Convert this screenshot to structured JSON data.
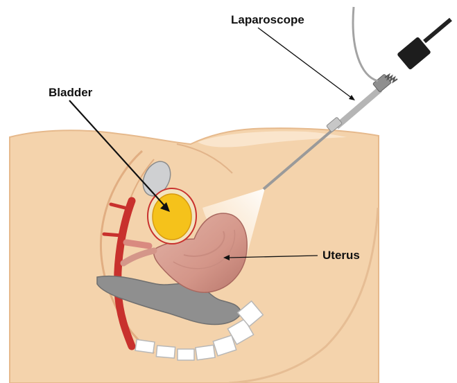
{
  "labels": {
    "laparoscope": "Laparoscope",
    "bladder": "Bladder",
    "uterus": "Uterus"
  },
  "colors": {
    "skin": "#f4d3ac",
    "skin_edge": "#e6b98c",
    "skin_shadow": "#e9c29a",
    "bladder_fill": "#f5c21b",
    "bladder_ring": "#f3e4bf",
    "uterus": "#d9a39a",
    "rectum": "#8f8f8f",
    "artery": "#c8312d",
    "instrument_gray": "#a9a9a9",
    "instrument_black": "#1d1d1d",
    "light_cone": "#fff6e8",
    "text": "#111111"
  },
  "icons": [
    "laparoscope-instrument",
    "light-cone",
    "bladder-organ",
    "uterus-organ",
    "rectum-organ",
    "spine-vertebrae",
    "blood-vessel",
    "pubic-bone"
  ]
}
